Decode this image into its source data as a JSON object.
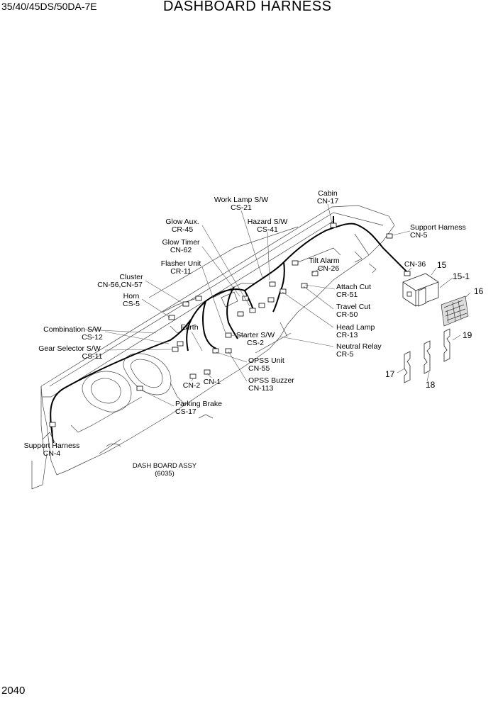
{
  "header": {
    "model": "35/40/45DS/50DA-7E",
    "title": "DASHBOARD HARNESS"
  },
  "footer": {
    "page_number": "2040"
  },
  "callouts": {
    "cabin": [
      "Cabin",
      "CN-17"
    ],
    "work_lamp": [
      "Work Lamp S/W",
      "CS-21"
    ],
    "glow_aux": [
      "Glow Aux.",
      "CR-45"
    ],
    "hazard": [
      "Hazard S/W",
      "CS-41"
    ],
    "support_harness_cn5": [
      "Support Harness",
      "CN-5"
    ],
    "glow_timer": [
      "Glow Timer",
      "CN-62"
    ],
    "flasher_unit": [
      "Flasher Unit",
      "CR-11"
    ],
    "tilt_alarm": [
      "Tilt Alarm",
      "CN-26"
    ],
    "cn36": [
      "CN-36"
    ],
    "cluster": [
      "Cluster",
      "CN-56,CN-57"
    ],
    "attach_cut": [
      "Attach Cut",
      "CR-51"
    ],
    "horn": [
      "Horn",
      "CS-5"
    ],
    "travel_cut": [
      "Travel Cut",
      "CR-50"
    ],
    "combination_sw": [
      "Combination S/W",
      "CS-12"
    ],
    "earth": [
      "Earth"
    ],
    "head_lamp": [
      "Head Lamp",
      "CR-13"
    ],
    "starter_sw": [
      "Starter S/W",
      "CS-2"
    ],
    "gear_selector": [
      "Gear Selector S/W",
      "CS-11"
    ],
    "neutral_relay": [
      "Neutral Relay",
      "CR-5"
    ],
    "opss_unit": [
      "OPSS Unit",
      "CN-55"
    ],
    "cn2": [
      "CN-2"
    ],
    "cn1": [
      "CN-1"
    ],
    "opss_buzzer": [
      "OPSS Buzzer",
      "CN-113"
    ],
    "parking_brake": [
      "Parking Brake",
      "CS-17"
    ],
    "support_harness_cn4": [
      "Support Harness",
      "CN-4"
    ],
    "dash_board_assy": [
      "DASH BOARD ASSY",
      "(6035)"
    ]
  },
  "part_numbers": {
    "p15": "15",
    "p15_1": "15-1",
    "p16": "16",
    "p17": "17",
    "p18": "18",
    "p19": "19"
  }
}
